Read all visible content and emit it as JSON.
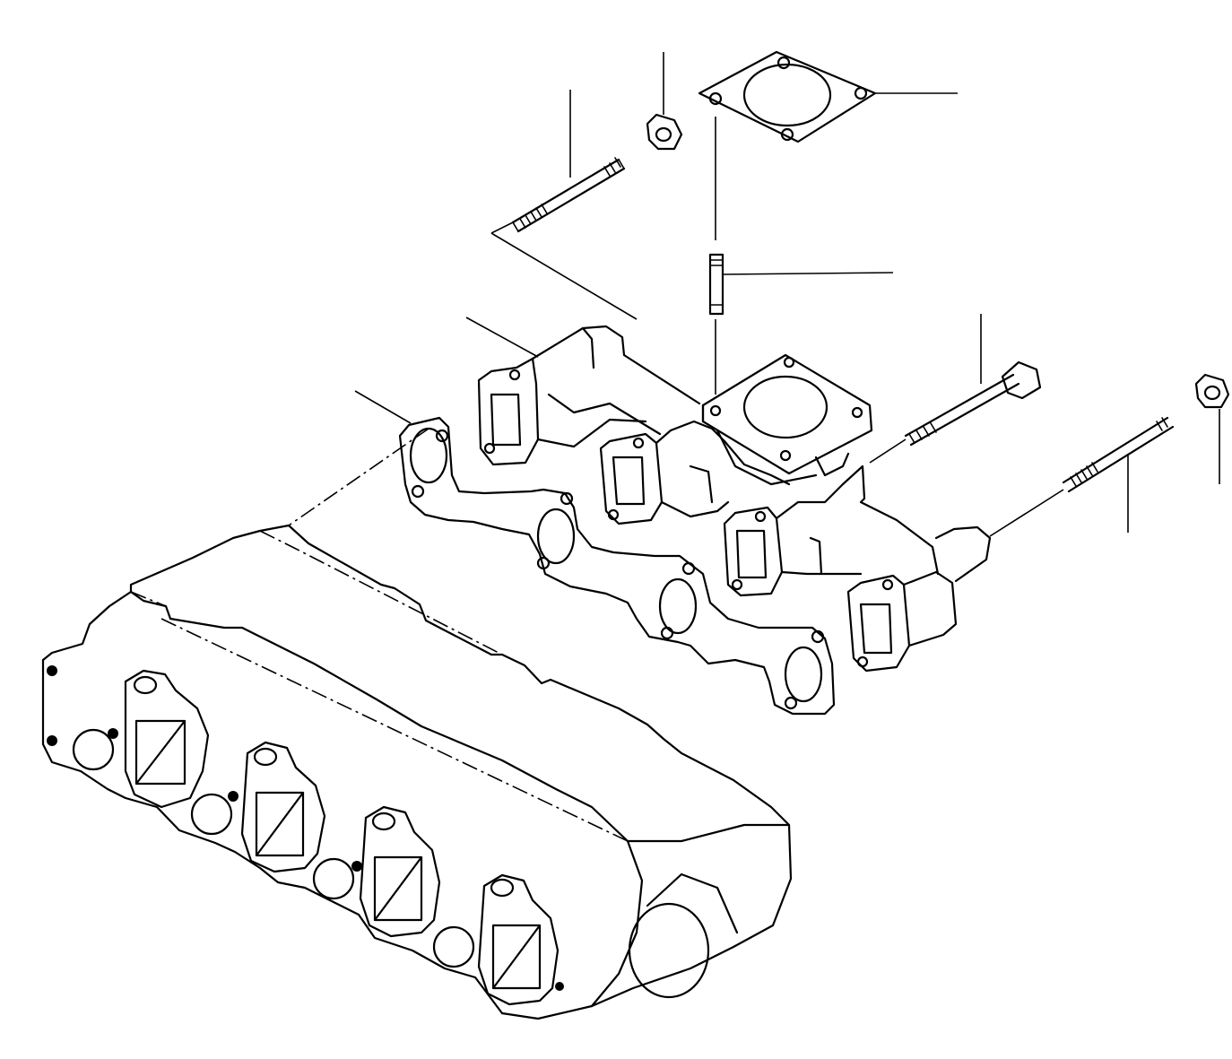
{
  "diagram": {
    "callouts": [
      {
        "part": "exhaust-manifold-stud"
      },
      {
        "part": "exhaust-manifold-nut"
      },
      {
        "part": "outlet-flange-gasket"
      },
      {
        "part": "outlet-flange-stud"
      },
      {
        "part": "exhaust-manifold"
      },
      {
        "part": "exhaust-manifold-gasket"
      },
      {
        "part": "exhaust-manifold-bolt"
      },
      {
        "part": "exhaust-manifold-stud-rear"
      },
      {
        "part": "exhaust-manifold-nut-rear"
      }
    ]
  }
}
